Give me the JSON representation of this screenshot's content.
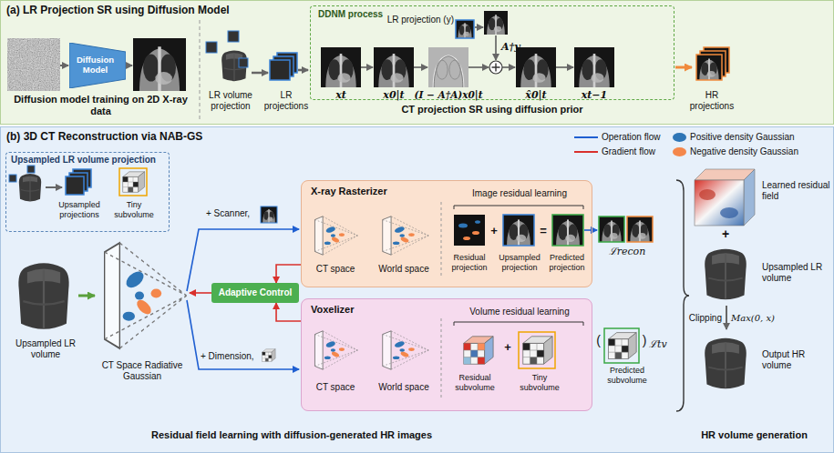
{
  "diagram": {
    "nodes": [
      {
        "text": [
          "(a) LR Projection SR using Diffusion Model"
        ]
      },
      {
        "text": [
          "Diffusion Model"
        ],
        "in": 0
      },
      {
        "text": [
          "DDNM process"
        ],
        "in": 0
      },
      {
        "text": [
          "(b) 3D CT Reconstruction via NAB-GS"
        ]
      },
      {
        "text": [
          "Upsampled LR volume projection"
        ],
        "in": 3
      },
      {
        "text": [
          "Adaptive Control"
        ],
        "in": 3
      },
      {
        "text": [
          "X-ray Rasterizer",
          "Image residual learning"
        ],
        "in": 3
      },
      {
        "text": [
          "Voxelizer",
          "Volume residual learning"
        ],
        "in": 3
      }
    ],
    "edges": [
      {
        "from": 6,
        "to": 5,
        "arrow": "to"
      },
      {
        "from": 7,
        "to": 5,
        "arrow": "to"
      }
    ],
    "labels": [
      "Diffusion model training on 2D X-ray data",
      "LR volume projection",
      "LR projections",
      "LR projection (y)",
      "xt",
      "x0|t",
      "(I − A†A)x0|t",
      "A†y",
      "x̂0|t",
      "xt−1",
      "CT projection SR using diffusion prior",
      "HR projections",
      "Upsampled projections",
      "Tiny subvolume",
      "Upsampled LR volume",
      "CT Space Radiative Gaussian",
      "+ Scanner,",
      "+ Dimension,",
      "CT space",
      "World space",
      "Residual projection",
      "+",
      "Upsampled projection",
      "=",
      "Predicted projection",
      "ℒrecon",
      "CT space",
      "World space",
      "Residual subvolume",
      "+",
      "Tiny subvolume",
      "(",
      "Predicted subvolume",
      ")",
      "ℒtv",
      "Learned residual field",
      "+",
      "Upsampled LR volume",
      "Clipping",
      "Max(0, x)",
      "Output HR volume",
      "Residual field learning with diffusion-generated HR images",
      "HR volume generation"
    ],
    "legend": [
      {
        "text": "Operation flow"
      },
      {
        "text": "Gradient flow"
      },
      {
        "text": "Positive density Gaussian",
        "color": "#2e75b6"
      },
      {
        "text": "Negative density Gaussian",
        "color": "#f4874b"
      }
    ]
  }
}
